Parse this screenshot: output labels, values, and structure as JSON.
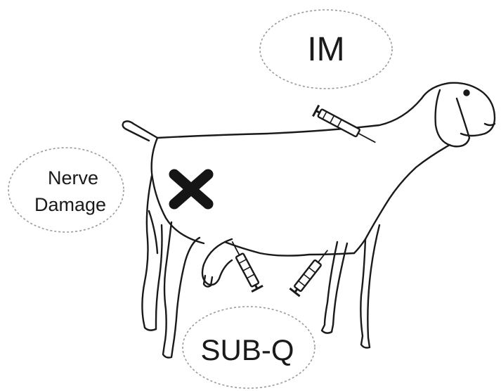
{
  "labels": {
    "im": "IM",
    "nerve_line1": "Nerve",
    "nerve_line2": "Damage",
    "subq": "SUB-Q"
  },
  "colors": {
    "ink": "#1a1a1a",
    "ellipse_stroke": "#9a9a9a",
    "cross": "#151515"
  },
  "icons": {
    "im_syringe": "syringe-icon",
    "subq_syringe": "syringe-icon",
    "avoid_mark": "x-mark-icon"
  }
}
